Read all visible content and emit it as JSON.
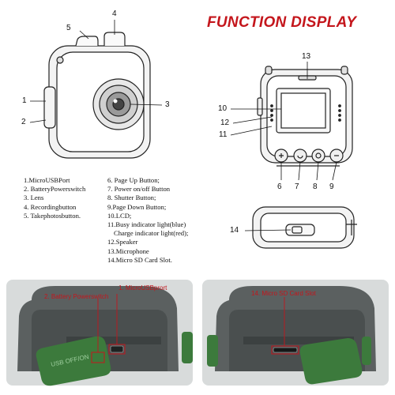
{
  "title": "FUNCTION DISPLAY",
  "callouts": [
    "1",
    "2",
    "3",
    "4",
    "5",
    "6",
    "7",
    "8",
    "9",
    "10",
    "11",
    "12",
    "13",
    "14"
  ],
  "legend_left": [
    "1.MicroUSBPort",
    "2. BatteryPowerswitch",
    "3. Lens",
    "4. Recordingbutton",
    "5. Takephotosbutton."
  ],
  "legend_right": [
    "6. Page Up Button;",
    "7. Power on/off  Button",
    "8. Shutter Button;",
    "9.Page Down Button;",
    "10.LCD;",
    "11.Busy indicator light(blue)",
    "Charge indicator light(red);",
    "12.Speaker",
    "13.Microphone",
    "14.Micro SD Card Slot."
  ],
  "photo_labels": {
    "battery_switch": "2. Battery Powerswitch",
    "micro_usb": "1. MicroUSBprort",
    "sd_slot": "14. Micro SD Card Slot"
  },
  "cover_text": "USB OFF/ON",
  "colors": {
    "title": "#c4161c",
    "label": "#c4161c",
    "cover": "#3c7a3c",
    "body": "#4a4f4f"
  }
}
